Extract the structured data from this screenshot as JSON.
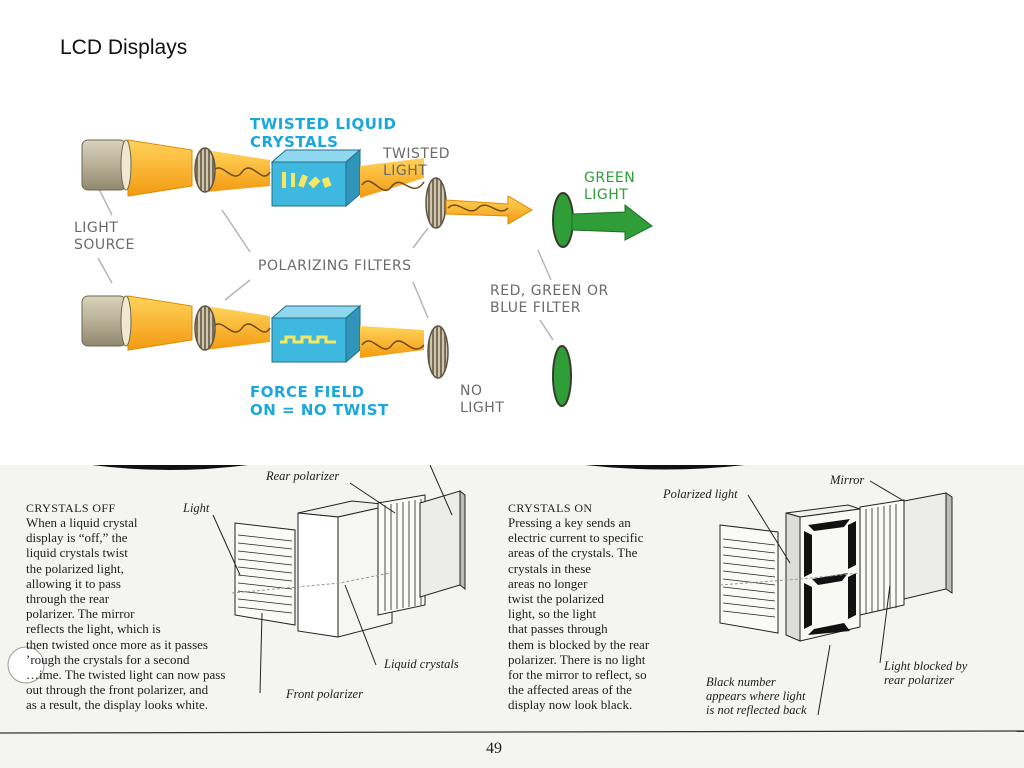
{
  "slide": {
    "title": "LCD Displays"
  },
  "top_diagram": {
    "labels": {
      "twisted_crystals": [
        "TWISTED LIQUID",
        "CRYSTALS"
      ],
      "twisted_light": [
        "TWISTED",
        "LIGHT"
      ],
      "green_light": [
        "GREEN",
        "LIGHT"
      ],
      "light_source": [
        "LIGHT",
        "SOURCE"
      ],
      "polarizing_filters": "POLARIZING FILTERS",
      "color_filter": [
        "RED, GREEN OR",
        "BLUE FILTER"
      ],
      "force_field": [
        "FORCE FIELD",
        "ON = NO TWIST"
      ],
      "no_light": [
        "NO",
        "LIGHT"
      ]
    },
    "colors": {
      "beam": "#f7a81b",
      "crystal": "#3fb8df",
      "green": "#2f9e38",
      "filter": "#8a7a5e"
    }
  },
  "book_page": {
    "crystals_off": {
      "heading": "CRYSTALS OFF",
      "text": "When a liquid crystal\ndisplay is “off,” the\nliquid crystals twist\nthe polarized light,\nallowing it to pass\nthrough the rear\npolarizer. The mirror\nreflects the light, which is\nthen twisted once more as it passes\n’rough the crystals for a second\n…ime. The twisted light can now pass\nout through the front polarizer, and\nas a result, the display looks white."
    },
    "crystals_on": {
      "heading": "CRYSTALS ON",
      "text": "Pressing a key sends an\nelectric current to specific\nareas of the crystals. The\ncrystals in these\nareas no longer\ntwist the polarized\nlight, so the light\nthat passes through\nthem is blocked by the rear\npolarizer. There is no light\nfor the mirror to reflect, so\nthe affected areas of the\ndisplay now look black."
    },
    "labels": {
      "rear_polarizer": "Rear polarizer",
      "light": "Light",
      "liquid_crystals": "Liquid crystals",
      "front_polarizer": "Front polarizer",
      "polarized_light": "Polarized light",
      "mirror": "Mirror",
      "black_number": [
        "Black number",
        "appears where light",
        "is not reflected back"
      ],
      "light_blocked": [
        "Light blocked by",
        "rear polarizer"
      ]
    },
    "page_number": "49"
  }
}
